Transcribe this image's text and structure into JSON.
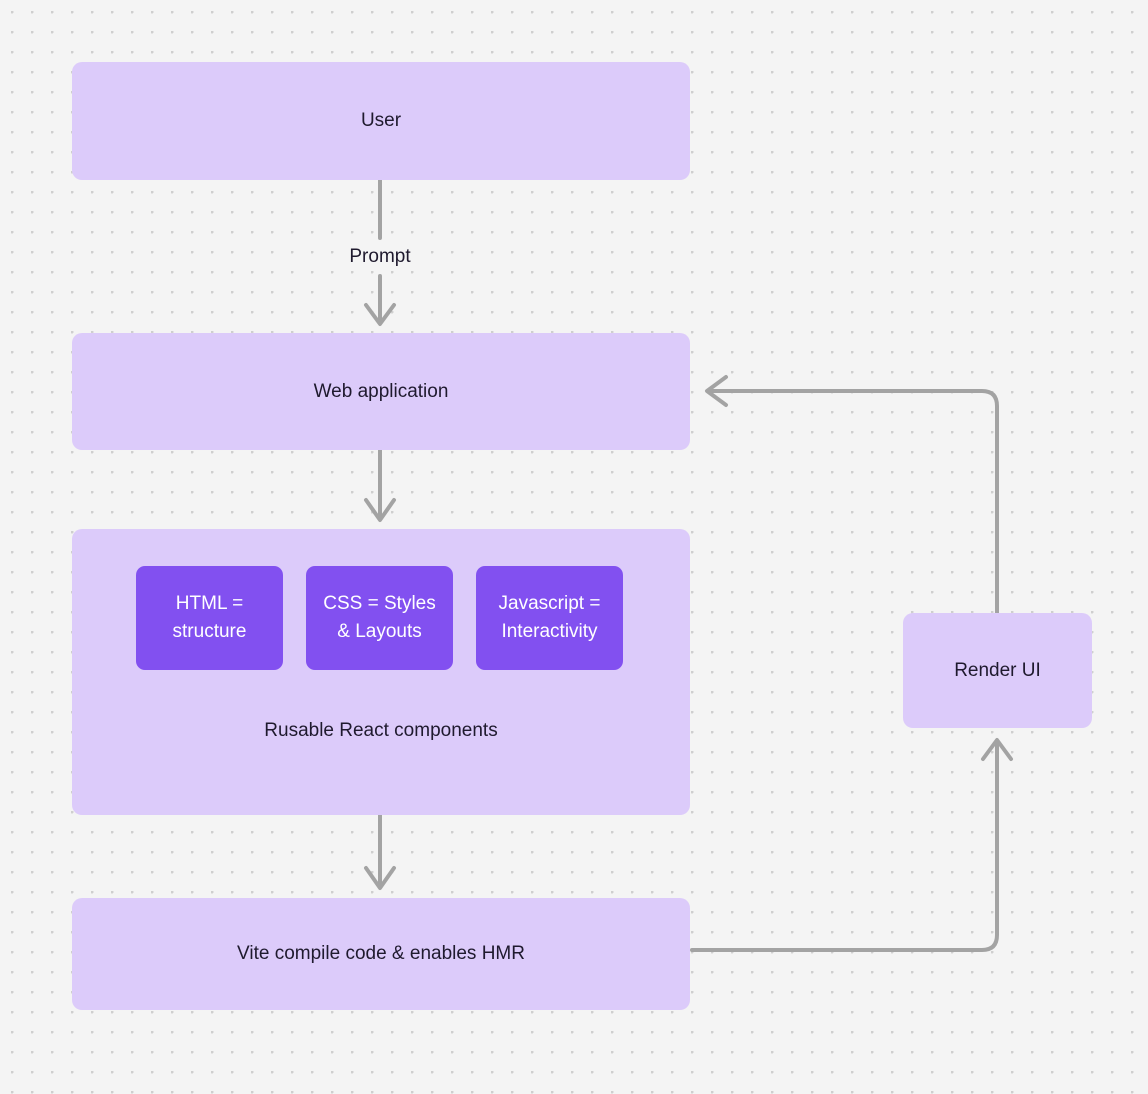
{
  "diagram": {
    "type": "flowchart",
    "background_color": "#f4f4f4",
    "node_fill": "#dccbfa",
    "chip_fill": "#8250f0",
    "edge_color": "#a3a3a3",
    "nodes": [
      {
        "id": "user",
        "label": "User"
      },
      {
        "id": "webapp",
        "label": "Web application"
      },
      {
        "id": "components",
        "caption": "Rusable React components"
      },
      {
        "id": "vite",
        "label": "Vite compile code & enables HMR"
      },
      {
        "id": "render",
        "label": "Render UI"
      }
    ],
    "chips": [
      {
        "id": "html",
        "label": "HTML =\nstructure"
      },
      {
        "id": "css",
        "label": "CSS = Styles\n& Layouts"
      },
      {
        "id": "javascript",
        "label": "Javascript =\nInteractivity"
      }
    ],
    "edges": [
      {
        "id": "user-to-webapp",
        "from": "user",
        "to": "webapp",
        "label": "Prompt",
        "direction": "down"
      },
      {
        "id": "webapp-to-components",
        "from": "webapp",
        "to": "components",
        "label": "",
        "direction": "down"
      },
      {
        "id": "components-to-vite",
        "from": "components",
        "to": "vite",
        "label": "",
        "direction": "down"
      },
      {
        "id": "vite-to-render",
        "from": "vite",
        "to": "render",
        "label": "",
        "direction": "right-up"
      },
      {
        "id": "render-to-webapp",
        "from": "render",
        "to": "webapp",
        "label": "",
        "direction": "up-left"
      }
    ]
  }
}
